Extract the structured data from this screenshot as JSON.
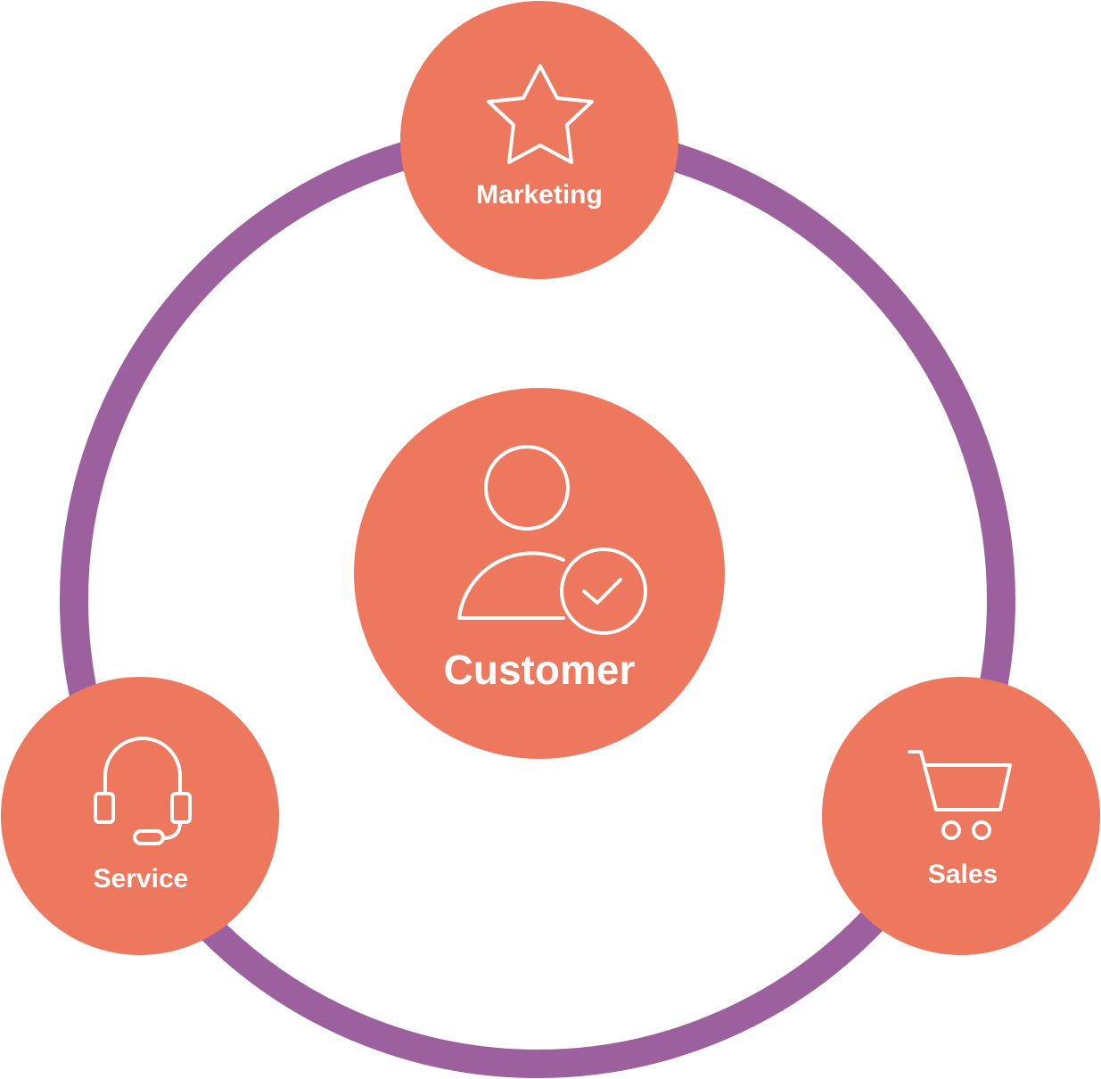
{
  "colors": {
    "ring": "#9c609f",
    "node_fill": "#ee785d",
    "text": "#ffffff",
    "background": "#ffffff"
  },
  "center": {
    "label": "Customer",
    "icon": "user-check-icon"
  },
  "nodes": [
    {
      "id": "marketing",
      "label": "Marketing",
      "icon": "star-icon"
    },
    {
      "id": "sales",
      "label": "Sales",
      "icon": "shopping-cart-icon"
    },
    {
      "id": "service",
      "label": "Service",
      "icon": "headset-icon"
    }
  ]
}
